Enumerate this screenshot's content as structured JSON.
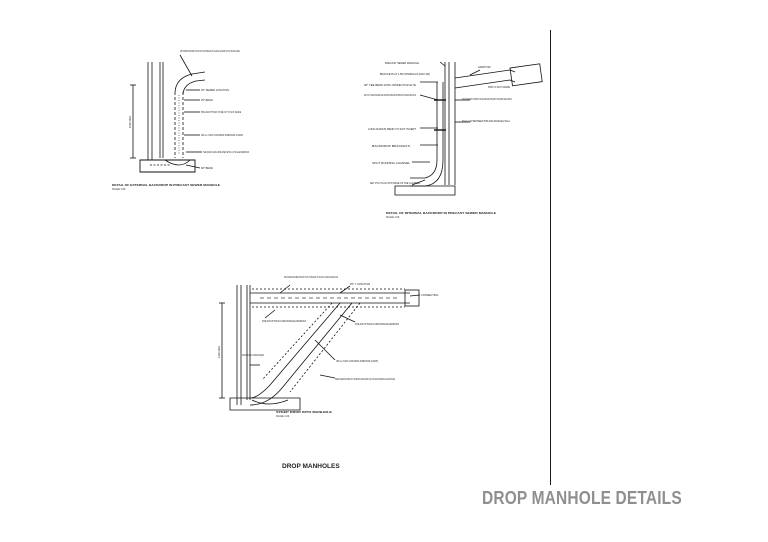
{
  "sheet": {
    "title": "DROP MANHOLE DETAILS",
    "group_title": "DROP MANHOLES"
  },
  "detail_external": {
    "title": "DETAIL OF EXTERNAL BACKDROP IN PRECAST SEWER MANHOLE",
    "scale": "SCALE 1:20",
    "dimension": "1500 MAX",
    "notes": [
      "FIRST FORMED ROUND BEND TO BE SET INTO IN-SITU BENCHING TO THE ANGLE THE INVERT FLOW OF THE MAIN CHANNEL",
      "45° SEWER JUNCTION",
      "45° BEND",
      "PIPE AND FITTINGS TO BE CUT TO SUIT GRADE",
      "150 mm THICK CONCRETE SURROUND (C20/25)",
      "THE DETAIL SHOULD BE USED WITH 1:20 SCALE DRAWINGS",
      "90° BEND"
    ]
  },
  "detail_internal": {
    "title": "DETAIL OF INTERNAL BACKDROP IN PRECAST SEWER MANHOLE",
    "scale": "SCALE 1:20",
    "notes": [
      "PRECAST SEWER MANHOLE",
      "ADAPTOR",
      "BRACKETS AT 1.5M INTERVALS (MAX 2M)",
      "PIPE TO SUIT GRADE",
      "90° TEE BEND WITH INSPECTION EYE",
      "HEAVY DUTY GRADE STAINLESS STEEL STRAPPING FIXED AROUND PIPE WITH STAINLESS STEEL BOLTS",
      "TWO STAINLESS STRAPPING FIXED AROUND PIPE WITH STAINLESS STEEL BOLTS",
      "LONG RADIUS BEND TO SUIT INVERT",
      "50mm GAP BETWEEN PIPE AND MANHOLE WALL",
      "BACKDROP BRACKETS",
      "SPLIT RUNNING CHANNEL",
      "SET PVC PLUG INTO BASE OF THE CHANNEL"
    ]
  },
  "detail_ramp": {
    "title": "STEEP DROP INTO MANHOLE",
    "scale": "SCALE 1:20",
    "dimension": "1200 MAX",
    "notes": [
      "FIRST FORMED ROUND BEND TO BE SET INTO IN-SITU BENCHING TO THE LINE OF THE MAIN CHANNEL FLOW",
      "45° Y JUNCTION",
      "CONNECTING",
      "PIPE AND FITTINGS AS PER DRAINAGE DRAWINGS",
      "PIPE AND FITTINGS AS PER DRAINAGE DRAWINGS",
      "150 mm THICK CONCRETE SURROUND (C20/25)",
      "SAND BEDDING WITH 45° FAN BENDS AS REQUIRED",
      "WHERE CONNECTING SEWER UP TO 150 ABOVE THE MAIN INVERT, THE LONG RADIUS 45 BENDS SHALL BE INSTALLED"
    ]
  }
}
